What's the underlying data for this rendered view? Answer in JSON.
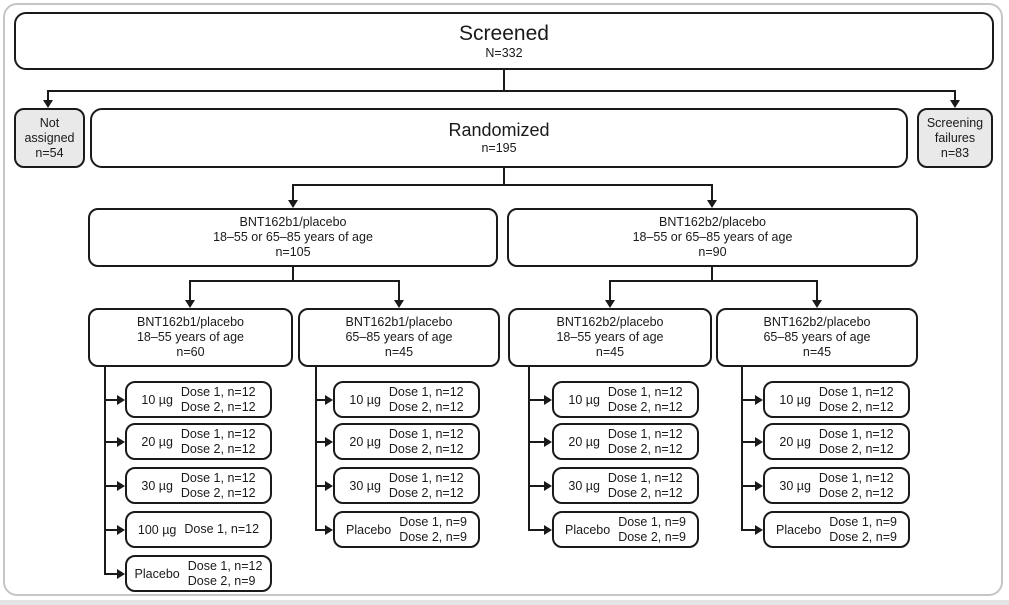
{
  "colors": {
    "line": "#1a1a1a",
    "box_border": "#1a1a1a",
    "shaded_fill": "#e9e9e9",
    "frame_border": "#c6c6c6"
  },
  "nodes": {
    "screened": {
      "title": "Screened",
      "subtitle": "N=332"
    },
    "not_assigned": {
      "line1": "Not",
      "line2": "assigned",
      "line3": "n=54"
    },
    "randomized": {
      "title": "Randomized",
      "subtitle": "n=195"
    },
    "screening_failures": {
      "line1": "Screening",
      "line2": "failures",
      "line3": "n=83"
    },
    "arm_b1": {
      "line1": "BNT162b1/placebo",
      "line2": "18–55 or 65–85 years of age",
      "line3": "n=105"
    },
    "arm_b2": {
      "line1": "BNT162b2/placebo",
      "line2": "18–55 or 65–85 years of age",
      "line3": "n=90"
    }
  },
  "groups": [
    {
      "line1": "BNT162b1/placebo",
      "line2": "18–55 years of age",
      "line3": "n=60",
      "doses": [
        {
          "dose": "10 µg",
          "lines": [
            "Dose 1, n=12",
            "Dose 2, n=12"
          ]
        },
        {
          "dose": "20 µg",
          "lines": [
            "Dose 1, n=12",
            "Dose 2, n=12"
          ]
        },
        {
          "dose": "30 µg",
          "lines": [
            "Dose 1, n=12",
            "Dose 2, n=12"
          ]
        },
        {
          "dose": "100 µg",
          "lines": [
            "Dose 1, n=12"
          ]
        },
        {
          "dose": "Placebo",
          "lines": [
            "Dose 1, n=12",
            "Dose 2, n=9"
          ]
        }
      ]
    },
    {
      "line1": "BNT162b1/placebo",
      "line2": "65–85 years of age",
      "line3": "n=45",
      "doses": [
        {
          "dose": "10 µg",
          "lines": [
            "Dose 1, n=12",
            "Dose 2, n=12"
          ]
        },
        {
          "dose": "20 µg",
          "lines": [
            "Dose 1, n=12",
            "Dose 2, n=12"
          ]
        },
        {
          "dose": "30 µg",
          "lines": [
            "Dose 1, n=12",
            "Dose 2, n=12"
          ]
        },
        {
          "dose": "Placebo",
          "lines": [
            "Dose 1, n=9",
            "Dose 2, n=9"
          ]
        }
      ]
    },
    {
      "line1": "BNT162b2/placebo",
      "line2": "18–55 years of age",
      "line3": "n=45",
      "doses": [
        {
          "dose": "10 µg",
          "lines": [
            "Dose 1, n=12",
            "Dose 2, n=12"
          ]
        },
        {
          "dose": "20 µg",
          "lines": [
            "Dose 1, n=12",
            "Dose 2, n=12"
          ]
        },
        {
          "dose": "30 µg",
          "lines": [
            "Dose 1, n=12",
            "Dose 2, n=12"
          ]
        },
        {
          "dose": "Placebo",
          "lines": [
            "Dose 1, n=9",
            "Dose 2, n=9"
          ]
        }
      ]
    },
    {
      "line1": "BNT162b2/placebo",
      "line2": "65–85 years of age",
      "line3": "n=45",
      "doses": [
        {
          "dose": "10 µg",
          "lines": [
            "Dose 1, n=12",
            "Dose 2, n=12"
          ]
        },
        {
          "dose": "20 µg",
          "lines": [
            "Dose 1, n=12",
            "Dose 2, n=12"
          ]
        },
        {
          "dose": "30 µg",
          "lines": [
            "Dose 1, n=12",
            "Dose 2, n=12"
          ]
        },
        {
          "dose": "Placebo",
          "lines": [
            "Dose 1, n=9",
            "Dose 2, n=9"
          ]
        }
      ]
    }
  ]
}
